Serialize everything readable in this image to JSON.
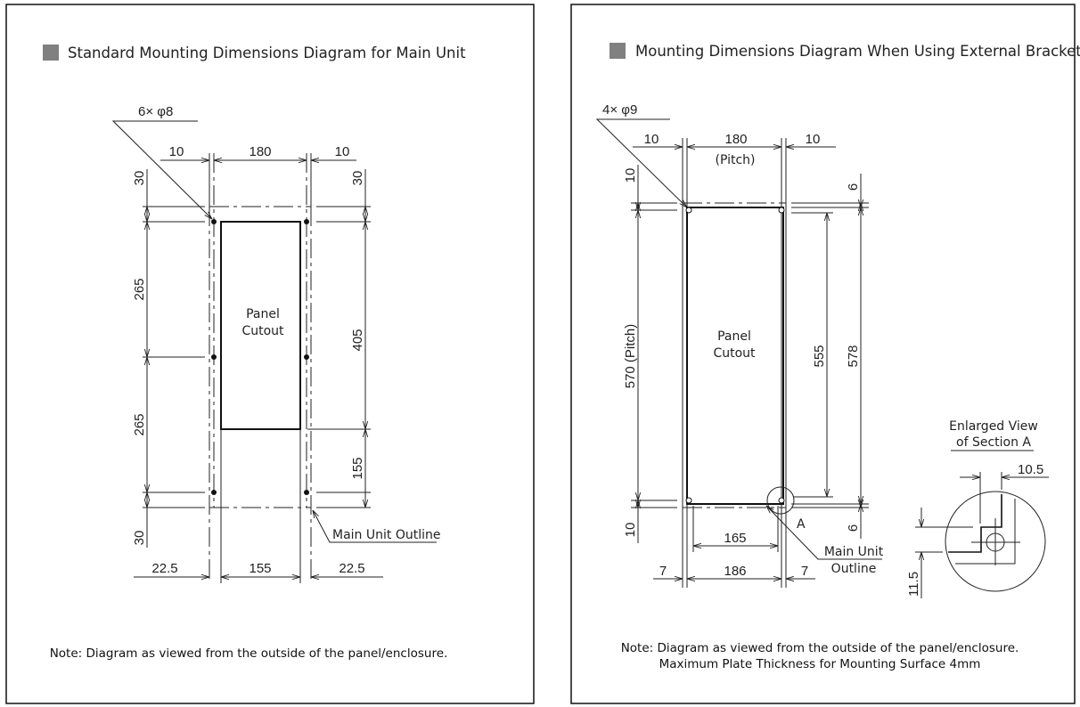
{
  "left_panel": {
    "title": "Standard Mounting Dimensions Diagram for Main Unit",
    "hole_callout": "6× φ8",
    "cutout_label": [
      "Panel",
      "Cutout"
    ],
    "dims_top": [
      "10",
      "180",
      "10"
    ],
    "dims_left": [
      "30",
      "265",
      "265",
      "30"
    ],
    "dims_right_top": "30",
    "dims_right": [
      "405",
      "155"
    ],
    "dims_bottom": [
      "22.5",
      "155",
      "22.5"
    ],
    "outline_label": "Main Unit Outline",
    "note": "Note: Diagram as viewed from the outside of the panel/enclosure."
  },
  "right_panel": {
    "title": "Mounting Dimensions Diagram When Using External Bracket",
    "hole_callout": "4× φ9",
    "cutout_label": [
      "Panel",
      "Cutout"
    ],
    "dims_top": [
      "10",
      "180",
      "10"
    ],
    "pitch_label": "(Pitch)",
    "dims_left": [
      "10",
      "570 (Pitch)",
      "10"
    ],
    "dims_right": [
      "6",
      "555",
      "578",
      "6"
    ],
    "dim_inner_bottom": "165",
    "dims_bottom": [
      "7",
      "186",
      "7"
    ],
    "section_marker": "A",
    "outline_label": [
      "Main Unit",
      "Outline"
    ],
    "enlarged_title": [
      "Enlarged View",
      "of Section A"
    ],
    "enlarged_dims": [
      "10.5",
      "11.5"
    ],
    "notes": [
      "Note: Diagram as viewed from the outside of the panel/enclosure.",
      "Maximum Plate Thickness for Mounting Surface 4mm"
    ]
  },
  "colors": {
    "title_square": "#808080",
    "line": "#222222"
  }
}
